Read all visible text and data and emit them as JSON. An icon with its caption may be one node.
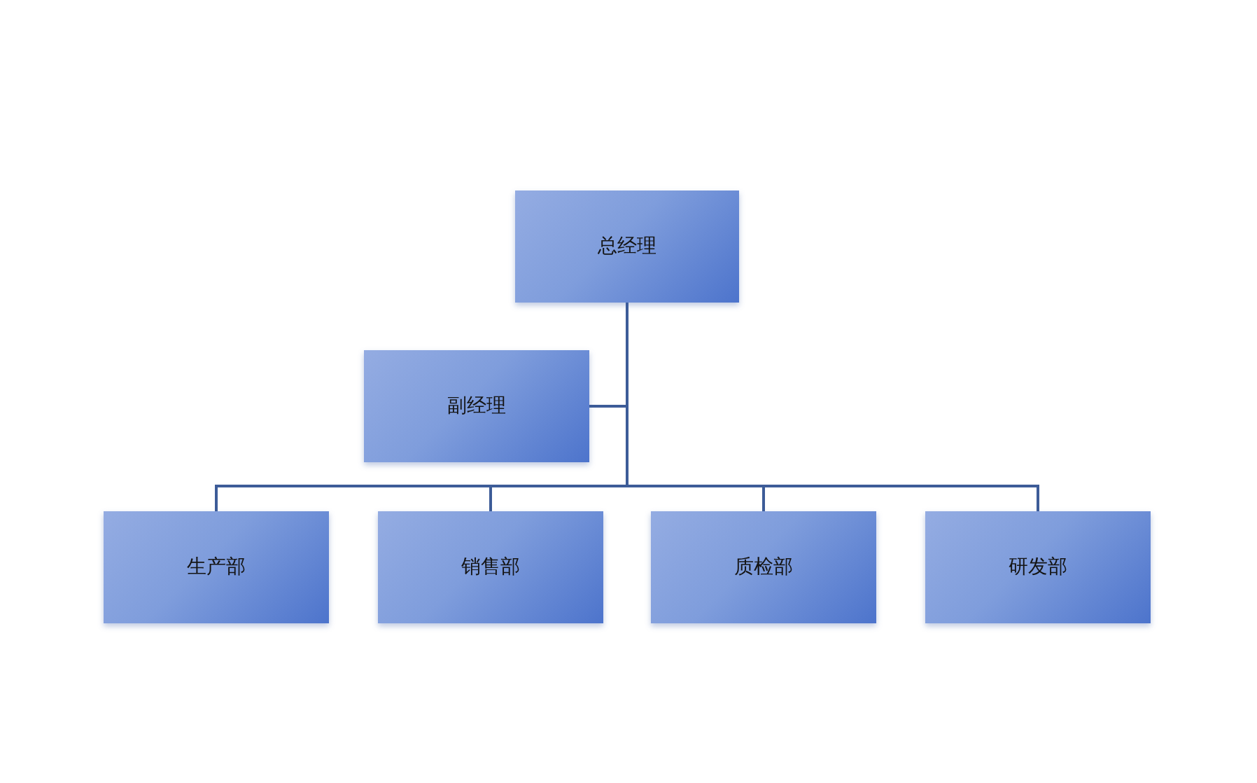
{
  "diagram": {
    "nodes": [
      {
        "text": [
          "总经理"
        ]
      },
      {
        "text": [
          "副经理"
        ]
      },
      {
        "text": [
          "生产部"
        ]
      },
      {
        "text": [
          "销售部"
        ]
      },
      {
        "text": [
          "质检部"
        ]
      },
      {
        "text": [
          "研发部"
        ]
      }
    ],
    "edges": [
      {
        "from": 0,
        "to": 1,
        "arrow": "none"
      },
      {
        "from": 0,
        "to": 2,
        "arrow": "none"
      },
      {
        "from": 0,
        "to": 3,
        "arrow": "none"
      },
      {
        "from": 0,
        "to": 4,
        "arrow": "none"
      },
      {
        "from": 0,
        "to": 5,
        "arrow": "none"
      }
    ]
  }
}
